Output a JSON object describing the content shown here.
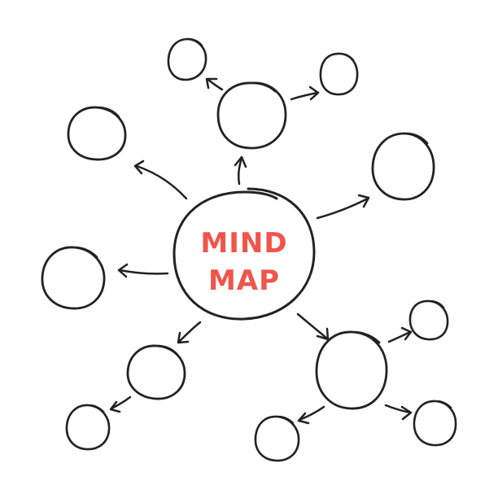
{
  "diagram": {
    "type": "mind-map",
    "center": {
      "lines": [
        "MIND",
        "MAP"
      ]
    },
    "branches": [
      {
        "id": "top",
        "children": [
          "top-left",
          "top-right"
        ]
      },
      {
        "id": "upper-left",
        "children": []
      },
      {
        "id": "right",
        "children": []
      },
      {
        "id": "left",
        "children": []
      },
      {
        "id": "lower-left",
        "children": [
          "lower-left-child"
        ]
      },
      {
        "id": "lower-right",
        "children": [
          "lower-right-top",
          "lower-right-bottom-left",
          "lower-right-bottom-right"
        ]
      }
    ]
  },
  "colors": {
    "ink": "#222222",
    "accent": "#f0554b",
    "background": "#ffffff"
  }
}
